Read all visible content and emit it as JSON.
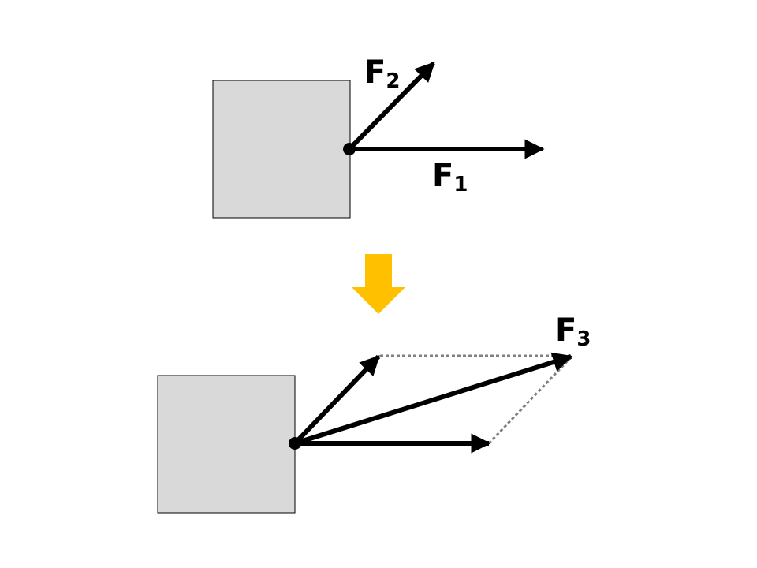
{
  "top": {
    "f2_label": {
      "letter": "F",
      "subscript": "2"
    },
    "f1_label": {
      "letter": "F",
      "subscript": "1"
    }
  },
  "bottom": {
    "f3_label": {
      "letter": "F",
      "subscript": "3"
    }
  },
  "colors": {
    "block_fill": "#d9d9d9",
    "block_stroke": "#000000",
    "vector": "#000000",
    "transition_arrow": "#ffc000",
    "construction_line": "#808080"
  }
}
